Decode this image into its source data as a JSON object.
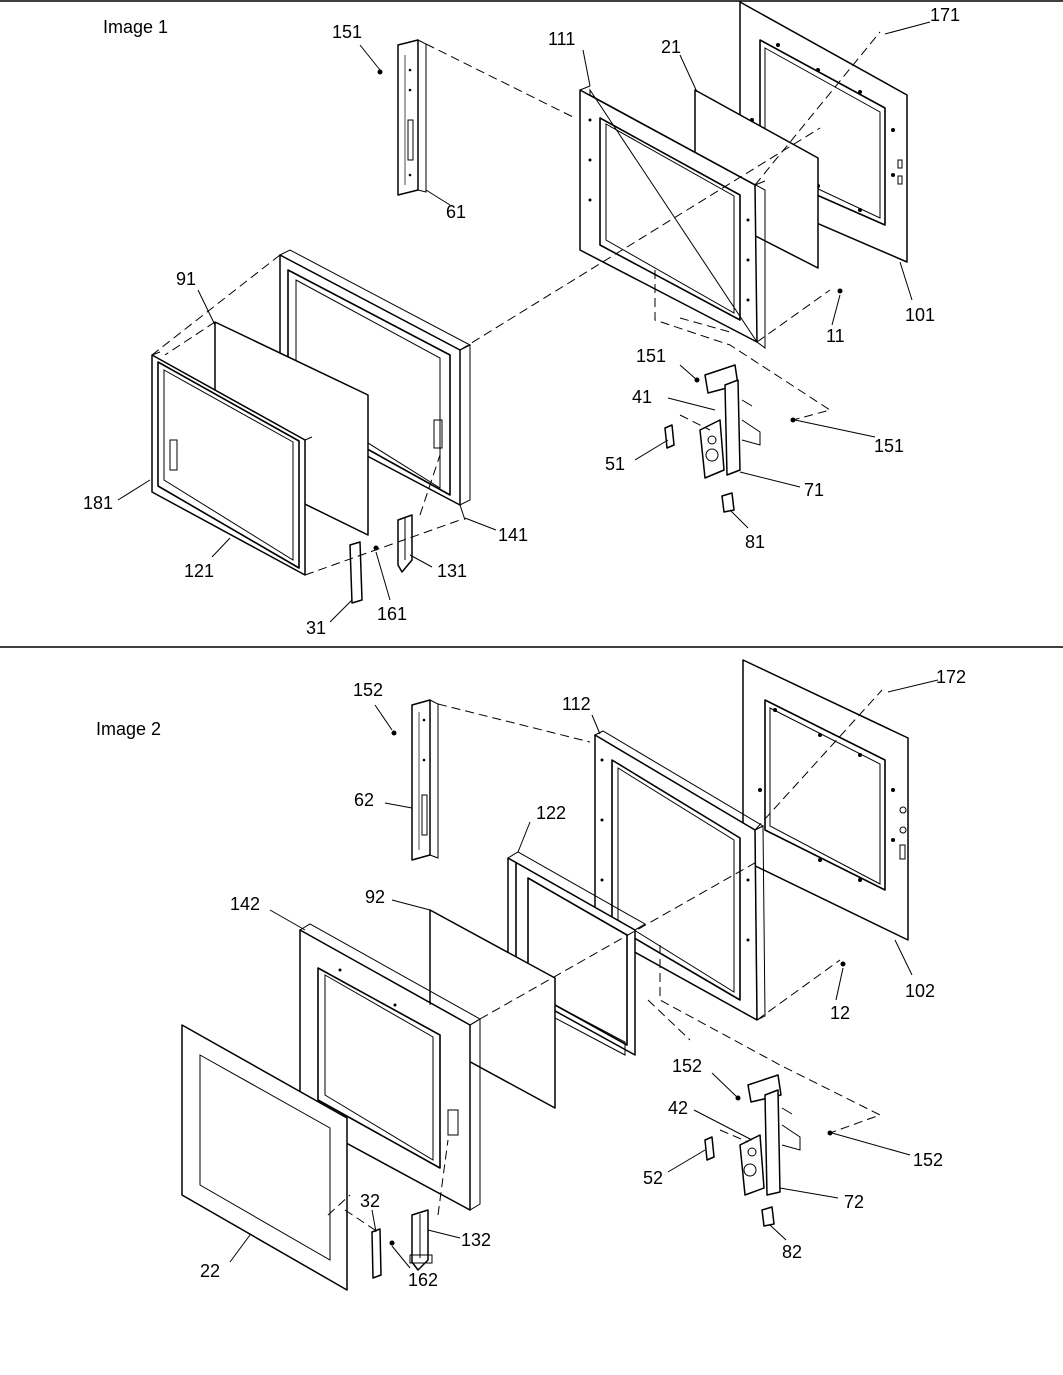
{
  "views": [
    {
      "title": "Image 1",
      "callouts": [
        "151",
        "111",
        "21",
        "171",
        "61",
        "101",
        "11",
        "91",
        "151",
        "41",
        "151",
        "51",
        "71",
        "81",
        "181",
        "141",
        "121",
        "131",
        "161",
        "31"
      ]
    },
    {
      "title": "Image 2",
      "callouts": [
        "152",
        "112",
        "172",
        "62",
        "122",
        "92",
        "142",
        "12",
        "102",
        "152",
        "42",
        "152",
        "52",
        "72",
        "82",
        "132",
        "32",
        "162",
        "22"
      ]
    }
  ]
}
